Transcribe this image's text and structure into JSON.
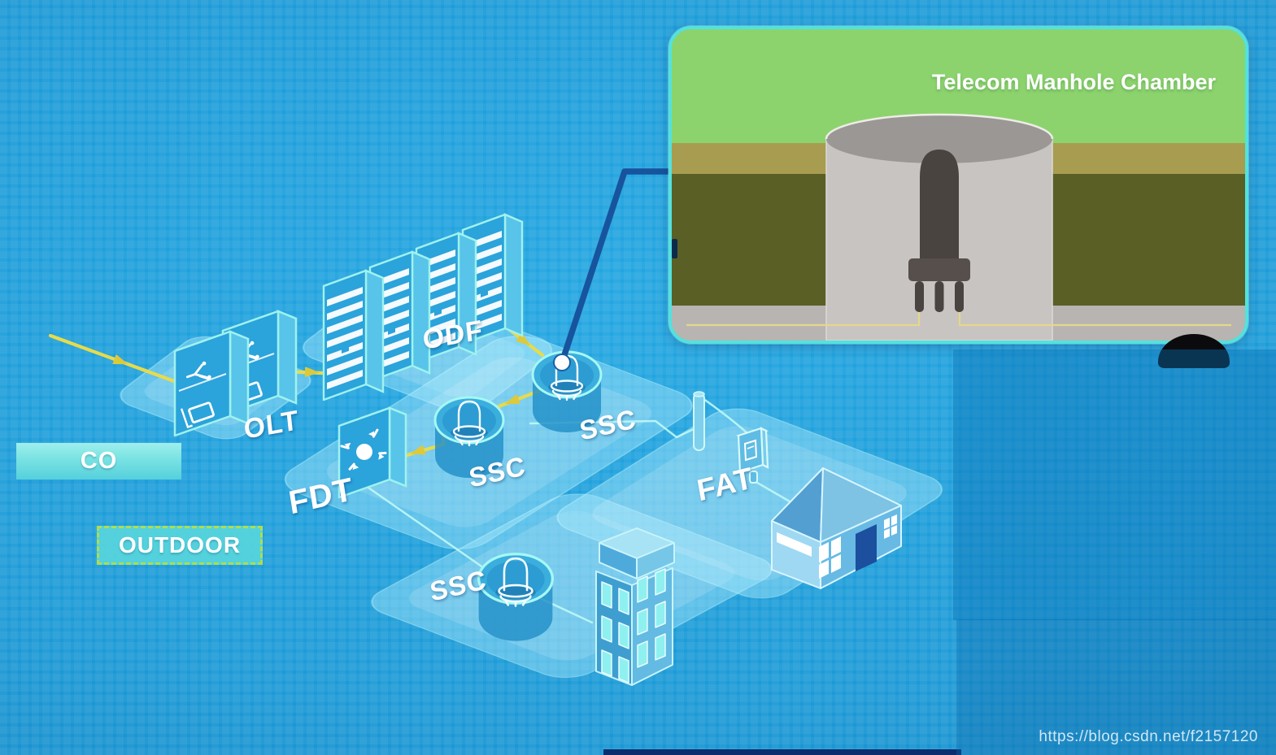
{
  "inset": {
    "title": "Telecom Manhole Chamber"
  },
  "banners": {
    "co": "CO",
    "outdoor": "OUTDOOR"
  },
  "nodes": {
    "olt": "OLT",
    "odf": "ODF",
    "fdt": "FDT",
    "fat": "FAT",
    "ssc_upper": "SSC",
    "ssc_middle": "SSC",
    "ssc_lower": "SSC"
  },
  "watermark": {
    "url": "https://blog.csdn.net/f2157120"
  },
  "colors": {
    "background_blue": "#1c9ad6",
    "platform_light": "#7fd4ef",
    "cable_yellow": "#e7db4b",
    "drop_line_cyan": "#aef4ee",
    "callout_navy": "#17549d",
    "equipment_outline_cyan": "#9ff2ee",
    "grass_green": "#8cd36d",
    "soil_tan": "#a89c50",
    "soil_olive": "#5a5f26",
    "chamber_gray": "#c8c4c1",
    "closure_dark": "#4a4441",
    "house_door_navy": "#1c4f9e"
  }
}
